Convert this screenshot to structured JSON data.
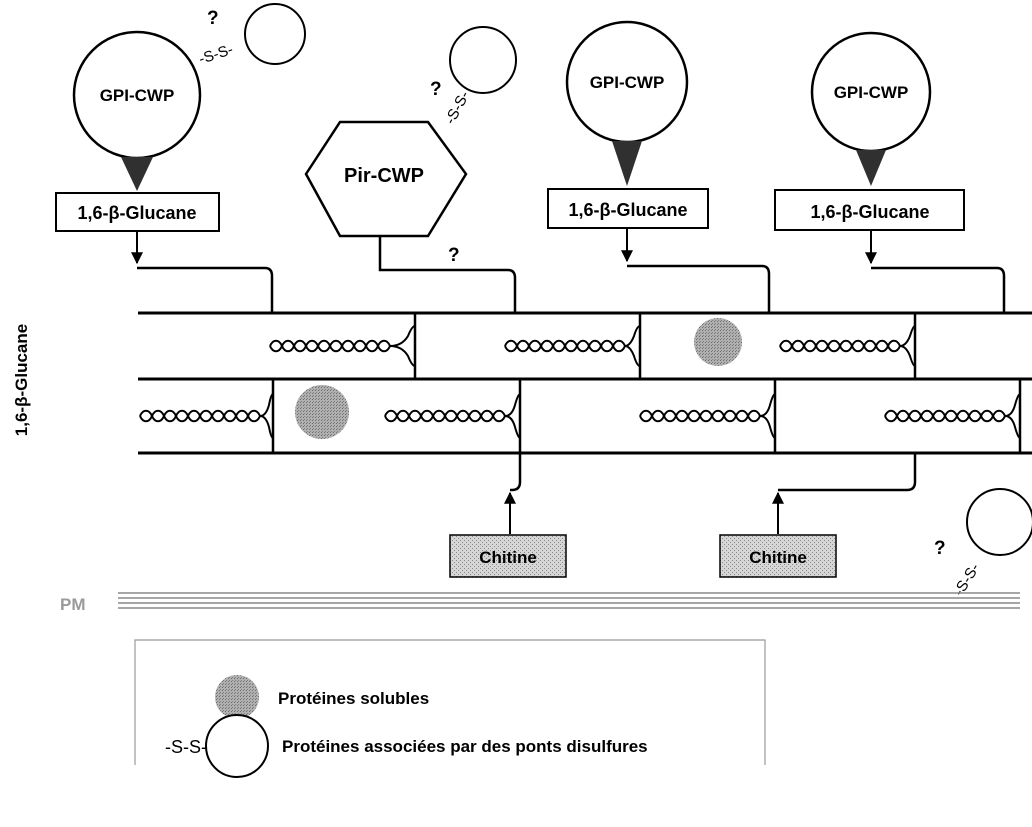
{
  "labels": {
    "gpi": "GPI-CWP",
    "pir": "Pir-CWP",
    "glucane_box": "1,6-β-Glucane",
    "glucane_axis": "1,6-β-Glucane",
    "chitine": "Chitine",
    "pm": "PM",
    "question": "?",
    "disulfide": "-S-S-"
  },
  "legend": {
    "soluble": "Protéines solubles",
    "disulfide_symbol": "-S-S-",
    "disulfide_text": "Protéines associées par des ponts disulfures"
  },
  "colors": {
    "stroke": "#000000",
    "chitine_fill": "#d9d9d9",
    "soluble_fill": "#a8a8a8",
    "pm_line": "#888888",
    "legend_border": "#999999"
  }
}
